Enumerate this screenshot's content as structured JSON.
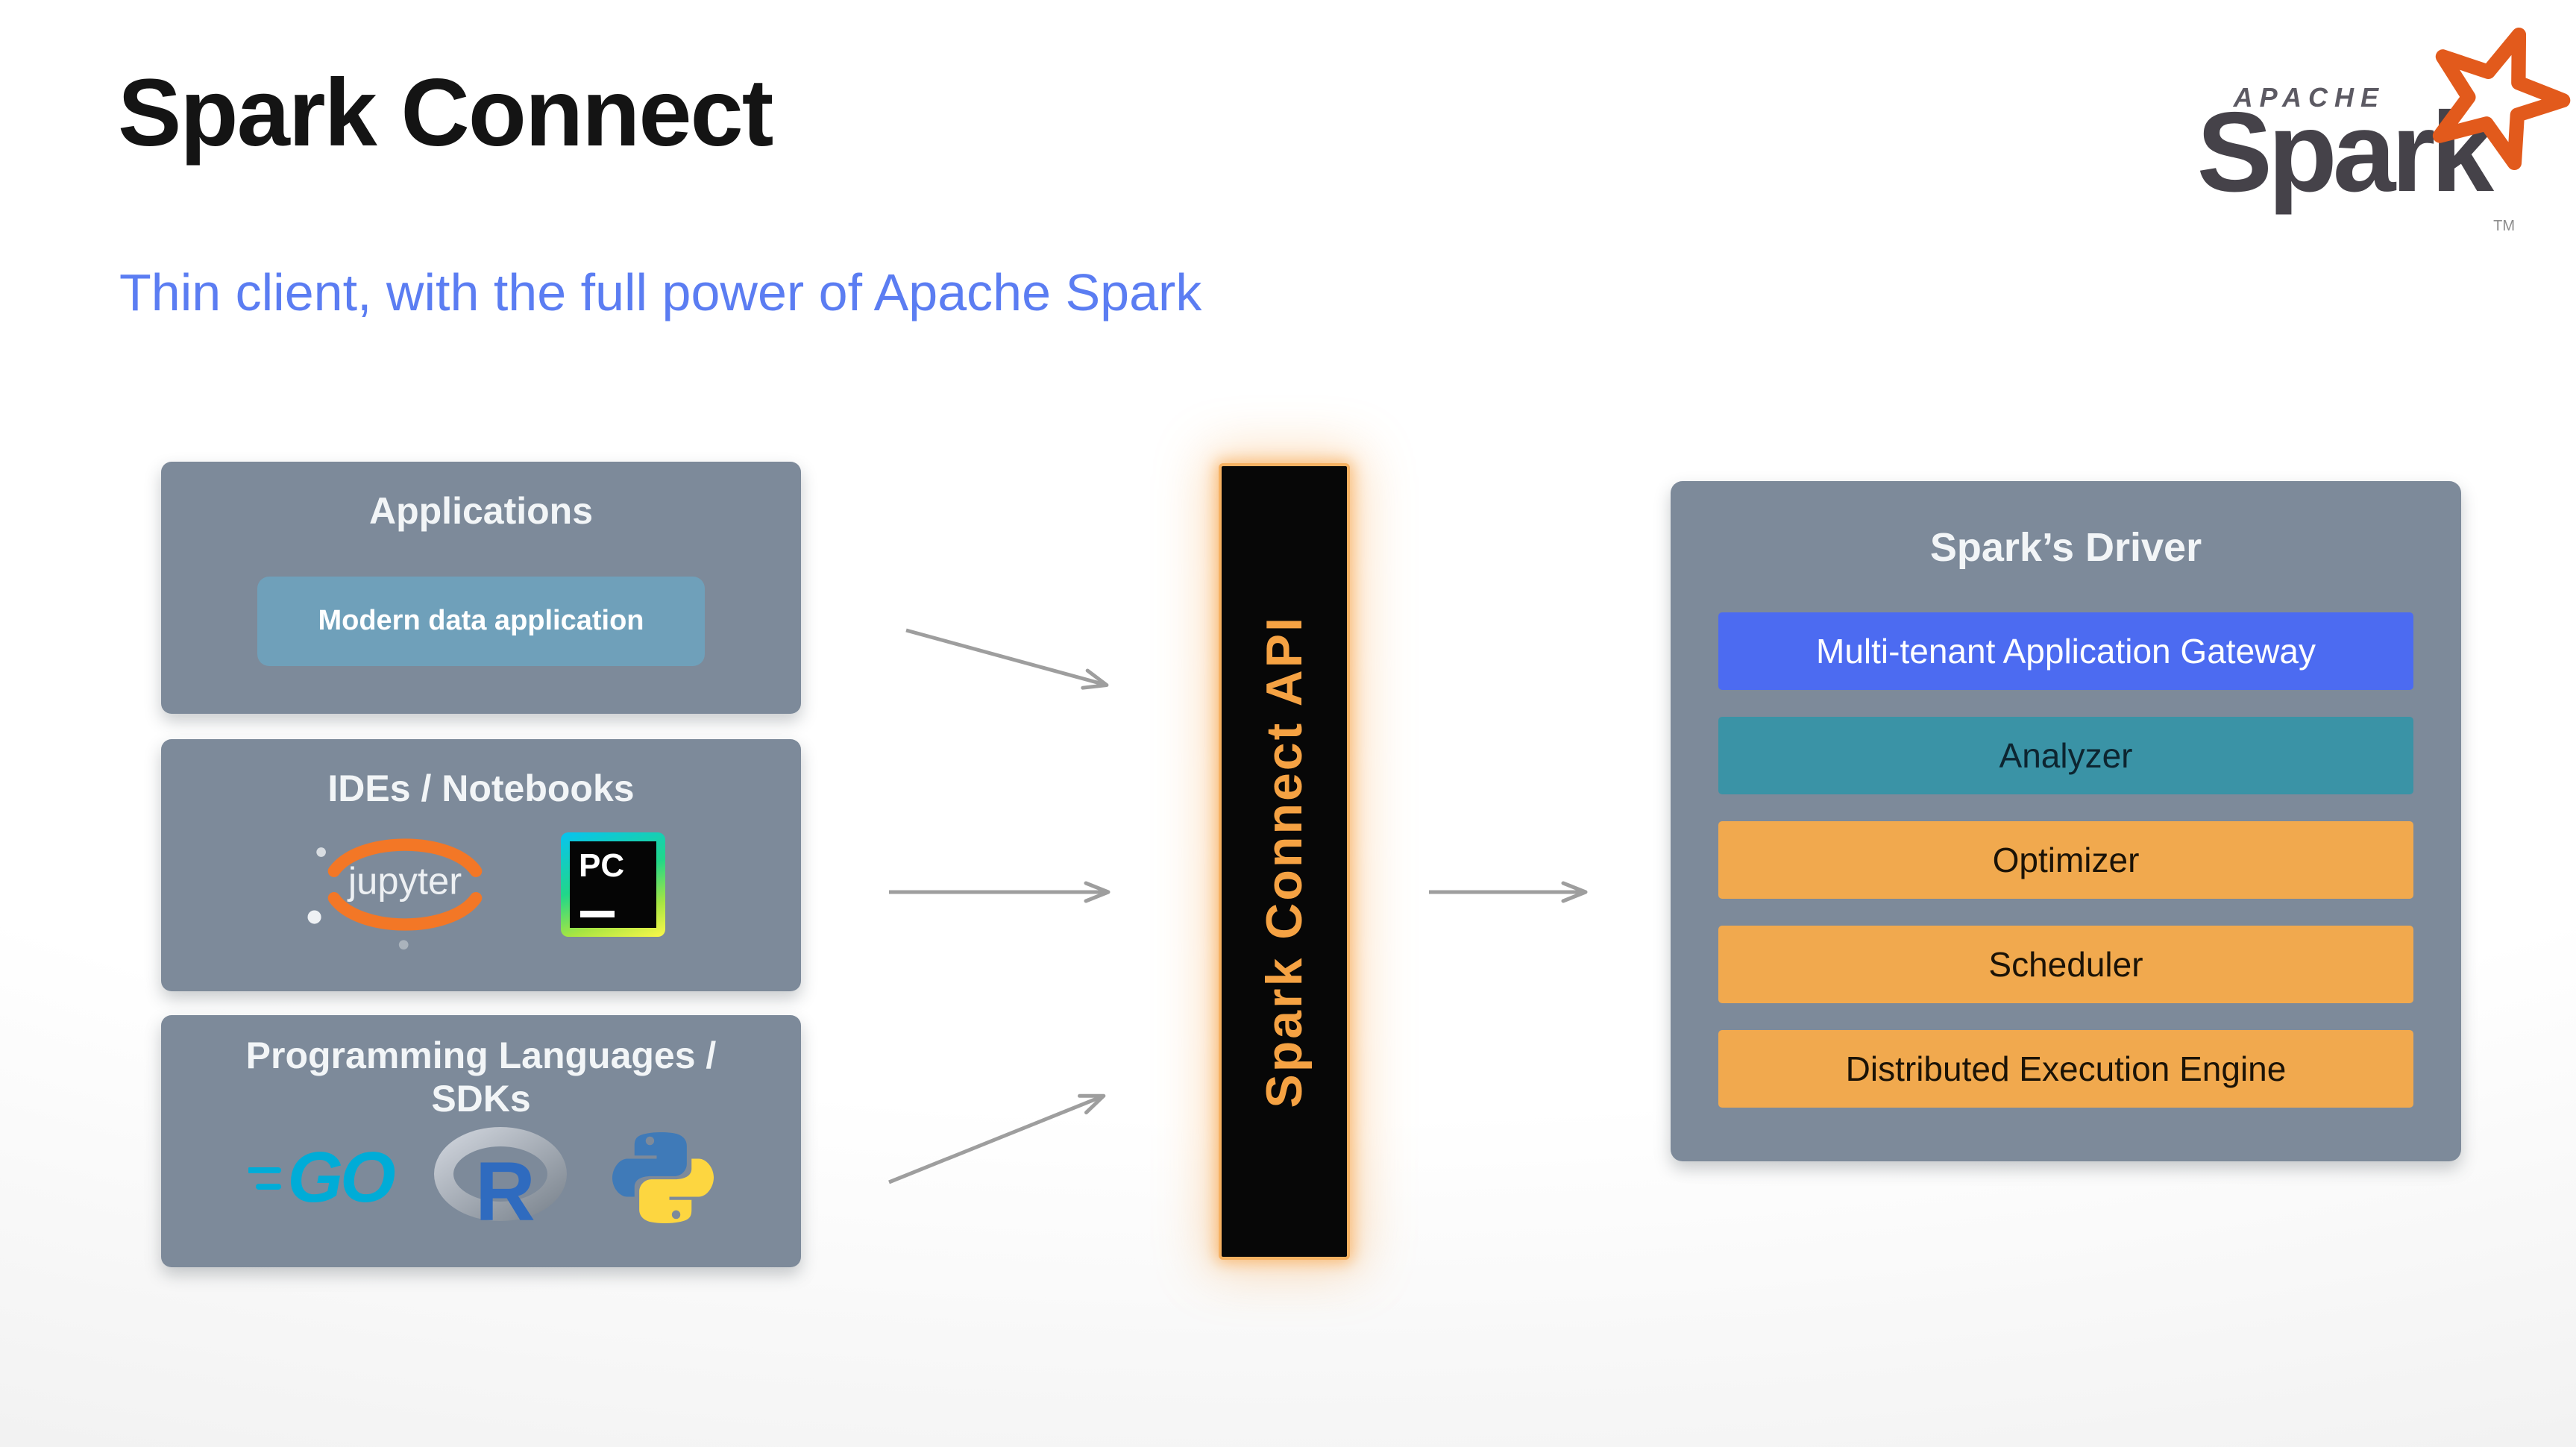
{
  "slide": {
    "title": "Spark Connect",
    "subtitle": "Thin client, with the full power of Apache Spark"
  },
  "logo": {
    "apache": "APACHE",
    "spark": "Spark",
    "tm": "TM"
  },
  "sources": [
    {
      "title": "Applications",
      "chip": "Modern data application"
    },
    {
      "title": "IDEs / Notebooks"
    },
    {
      "title": "Programming Languages / SDKs"
    }
  ],
  "icons": {
    "jupyter_label": "jupyter",
    "pycharm_label": "PC",
    "go_label": "GO",
    "r_label": "R",
    "spark_star": "star-icon",
    "python": "python-icon"
  },
  "connector": {
    "label": "Spark Connect API"
  },
  "driver": {
    "title": "Spark’s Driver",
    "layers": [
      {
        "label": "Multi-tenant Application Gateway",
        "color": "#4c6bf1"
      },
      {
        "label": "Analyzer",
        "color": "#3a93a6"
      },
      {
        "label": "Optimizer",
        "color": "#f1a94e"
      },
      {
        "label": "Scheduler",
        "color": "#f1a94e"
      },
      {
        "label": "Distributed Execution Engine",
        "color": "#f1a94e"
      }
    ]
  },
  "colors": {
    "subtitle_blue": "#5b7df2",
    "panel_gray": "#7d8a9a",
    "chip_blue": "#6fa0ba",
    "connector_orange": "#f5a243",
    "connector_glow": "#f6b162",
    "arrow_gray": "#9e9e9e",
    "spark_logo_orange": "#e25a1c"
  }
}
